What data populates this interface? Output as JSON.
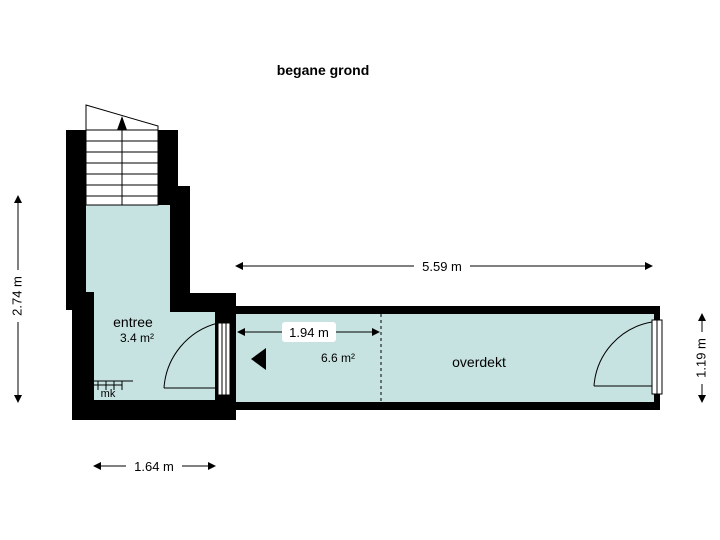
{
  "floor": {
    "title": "begane grond"
  },
  "rooms": {
    "entree": {
      "name": "entree",
      "area": "3.4 m²"
    },
    "overdekt_left": {
      "area": "6.6 m²"
    },
    "overdekt_right": {
      "name": "overdekt"
    },
    "mk": {
      "name": "mk"
    }
  },
  "dimensions": {
    "width_total": "5.59 m",
    "height_left": "2.74 m",
    "width_bottom": "1.64 m",
    "width_inner": "1.94 m",
    "height_right": "1.19 m"
  },
  "colors": {
    "floor_fill": "#c6e3e1",
    "wall": "#000000",
    "background": "#ffffff"
  }
}
